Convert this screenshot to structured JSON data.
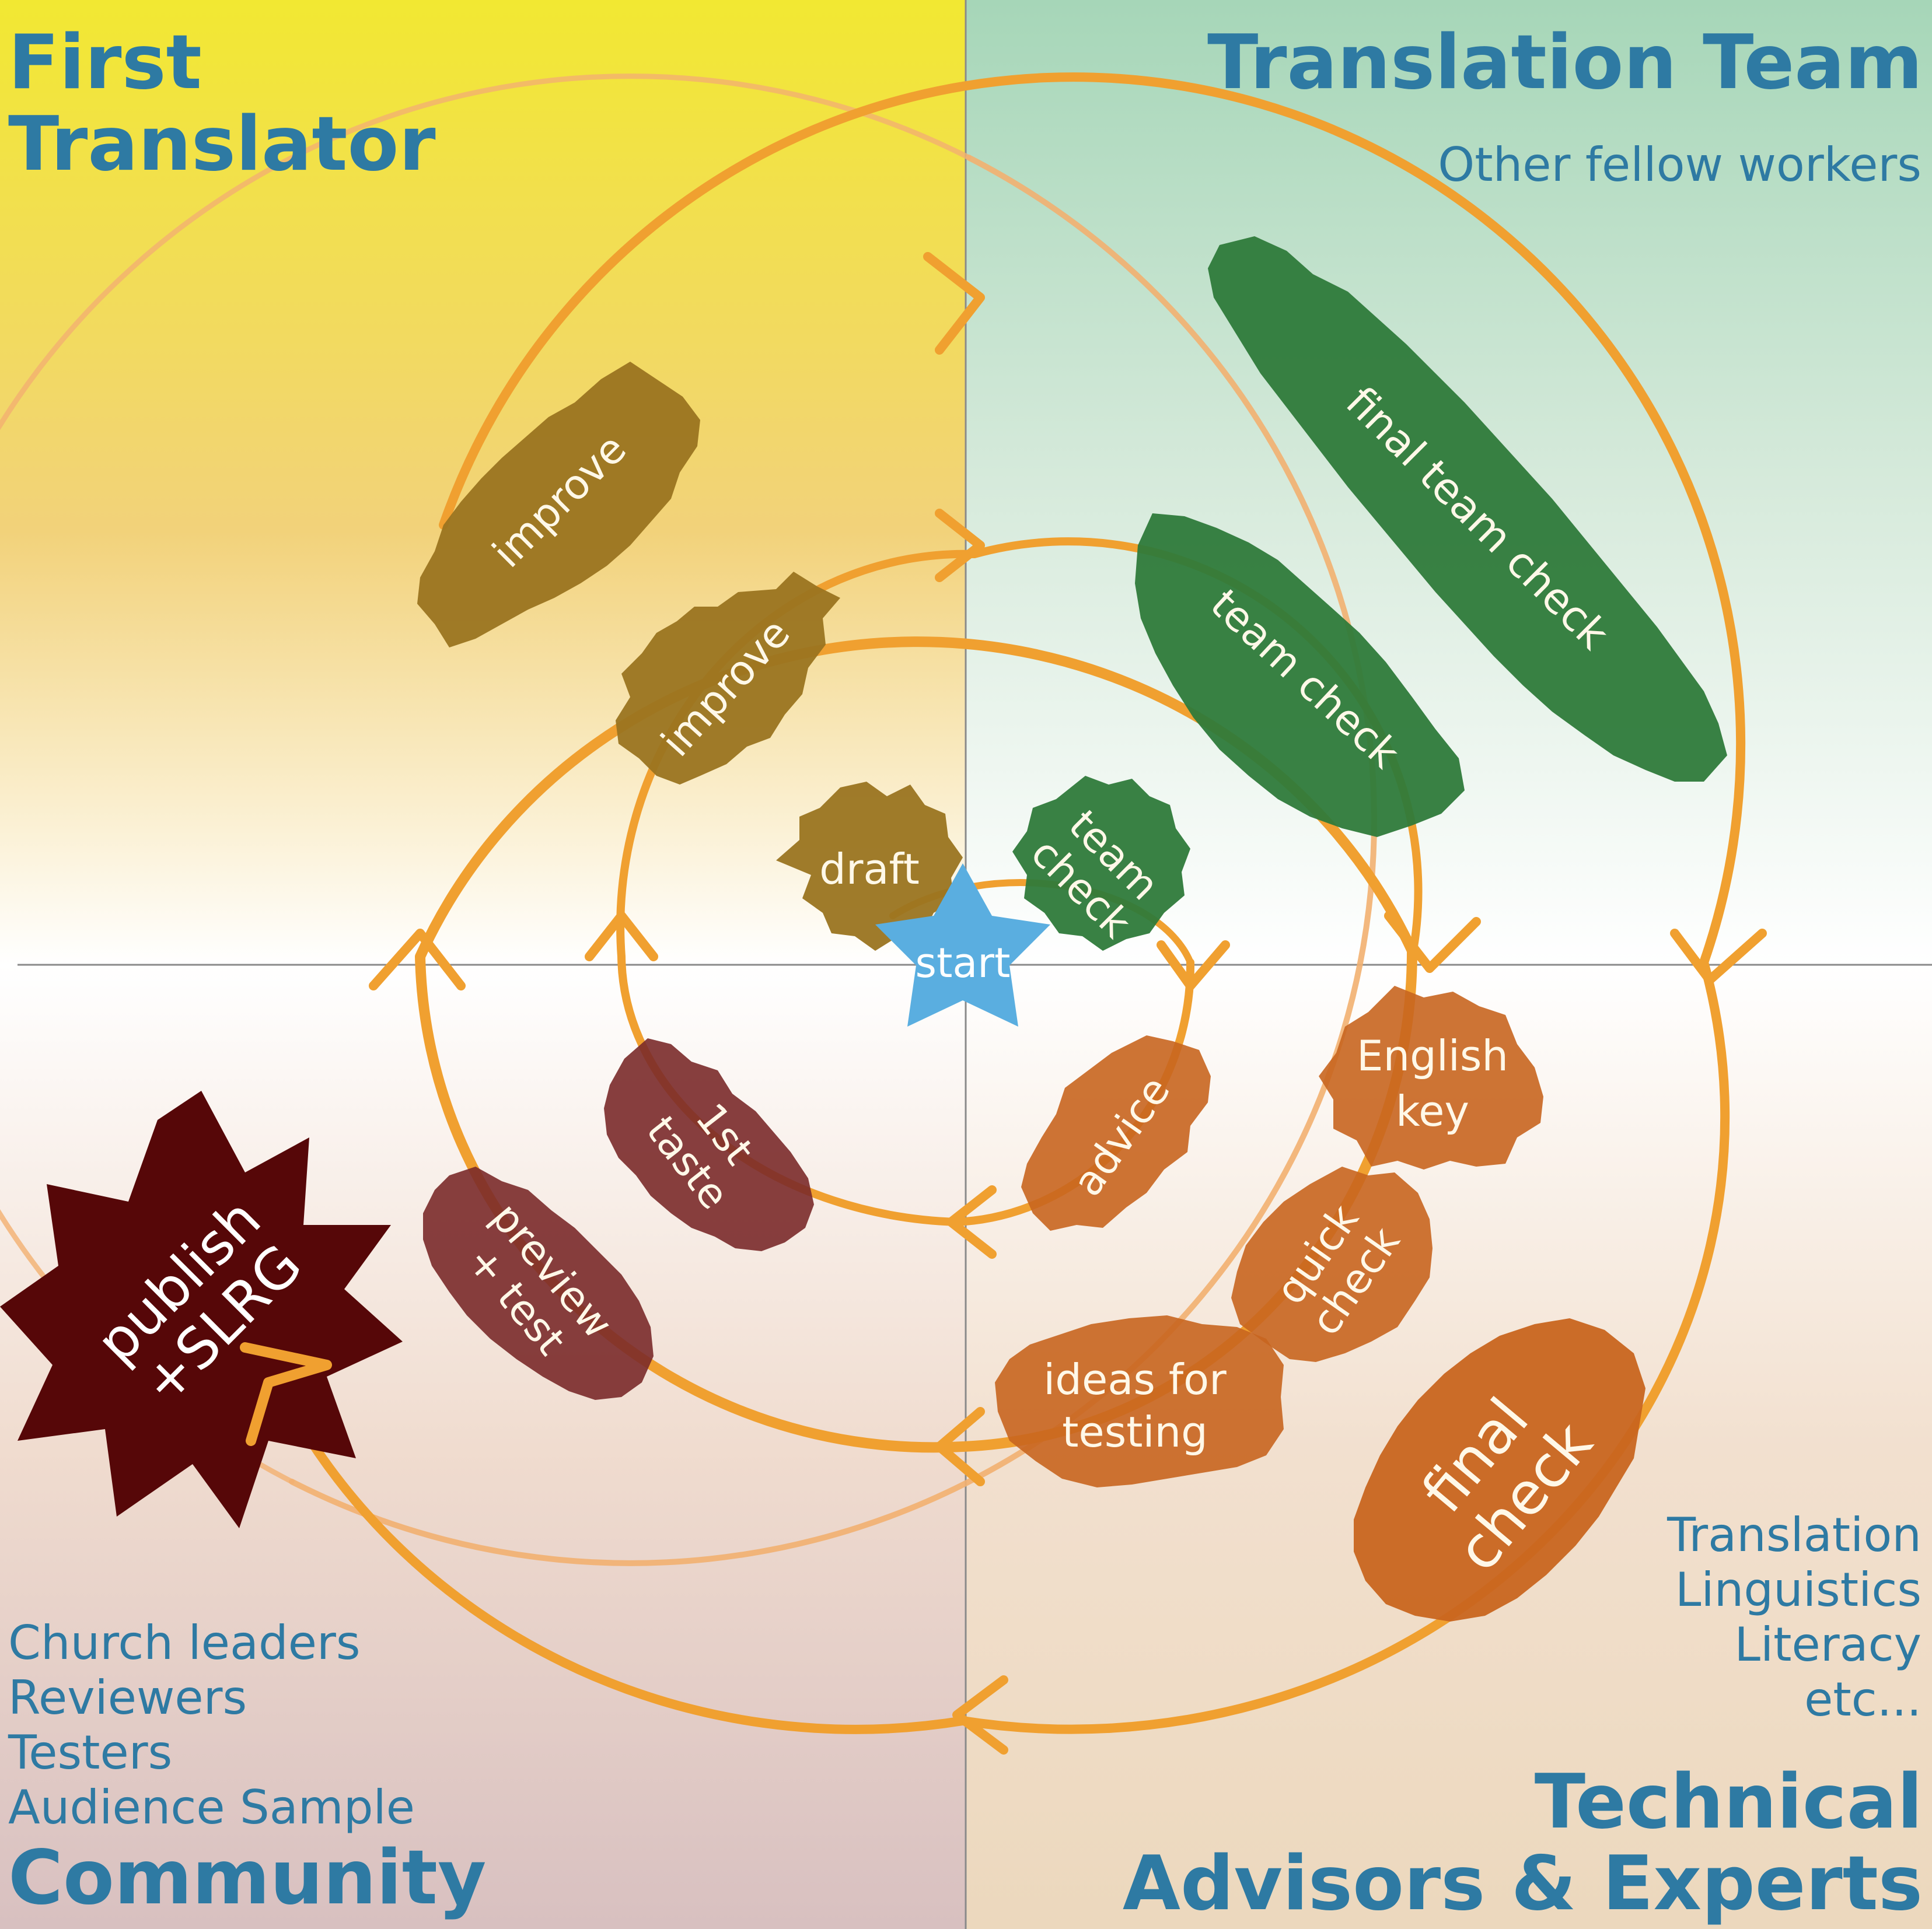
{
  "quadrants": {
    "top_left": {
      "title_lines": [
        "First",
        "Translator"
      ]
    },
    "top_right": {
      "title": "Translation Team",
      "subtitle": "Other fellow workers"
    },
    "bottom_left": {
      "people": [
        "Church leaders",
        "Reviewers",
        "Testers",
        "Audience Sample"
      ],
      "title": "Community"
    },
    "bottom_right": {
      "people": [
        "Translation",
        "Linguistics",
        "Literacy",
        "etc..."
      ],
      "title_lines": [
        "Technical",
        "Advisors & Experts"
      ]
    }
  },
  "steps": {
    "start": "start",
    "draft": "draft",
    "team_check_inner": [
      "team",
      "check"
    ],
    "advice": "advice",
    "first_taste": [
      "1st",
      "taste"
    ],
    "improve_inner": "improve",
    "team_check_middle": "team check",
    "english_key": [
      "English",
      "key"
    ],
    "quick_check": [
      "quick",
      "check"
    ],
    "ideas_for_testing": [
      "ideas for",
      "testing"
    ],
    "preview_test": [
      "preview",
      "+ test"
    ],
    "improve_outer": "improve",
    "final_team_check": "final team check",
    "final_check": [
      "final",
      "check"
    ],
    "publish": [
      "publish",
      "+SLRG"
    ]
  },
  "colors": {
    "title_text": "#2e7aa3",
    "spiral": "#f0a030",
    "spiral_faint": "#f2b070",
    "first_translator": "#9a7420",
    "translation_team": "#2e7a3a",
    "technical": "#c8651f",
    "community": "#7a2a2a",
    "publish": "#560708",
    "start": "#5aaee0"
  }
}
